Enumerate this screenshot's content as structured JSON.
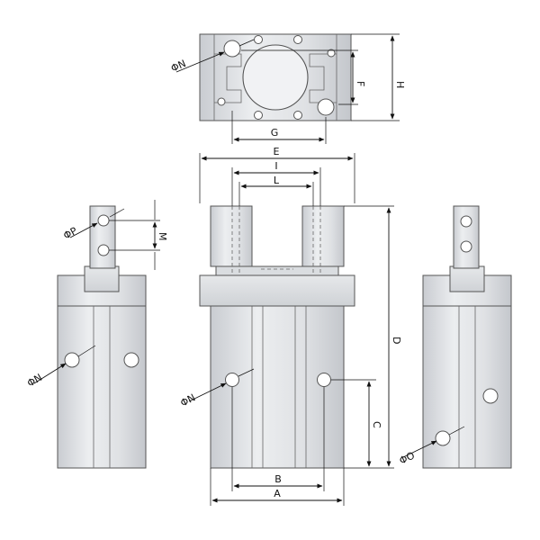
{
  "labels": {
    "phi_n": "ΦN",
    "phi_p": "ΦP",
    "phi_o": "ΦO",
    "a": "A",
    "b": "B",
    "c": "C",
    "d": "D",
    "e": "E",
    "f": "F",
    "g": "G",
    "h": "H",
    "i": "I",
    "l": "L",
    "m": "M"
  }
}
